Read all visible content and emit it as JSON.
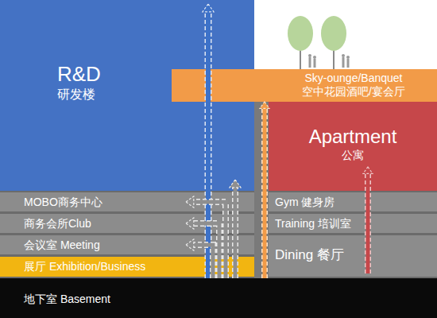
{
  "diagram": {
    "nodes": [
      {
        "text": [
          "R&D",
          "研发楼"
        ]
      },
      {
        "text": [
          "Sky-ounge/Banquet",
          "空中花园酒吧/宴会厅"
        ]
      },
      {
        "text": [
          "Apartment",
          "公寓"
        ]
      },
      {
        "text": [
          "MOBO商务中心"
        ]
      },
      {
        "text": [
          "商务会所Club"
        ]
      },
      {
        "text": [
          "会议室 Meeting"
        ]
      },
      {
        "text": [
          "展厅 Exhibition/Business"
        ]
      },
      {
        "text": [
          "Gym 健身房"
        ]
      },
      {
        "text": [
          "Training 培训室"
        ]
      },
      {
        "text": [
          "Dining 餐厅"
        ]
      },
      {
        "text": [
          "地下室 Basement"
        ]
      }
    ],
    "edges": [
      {
        "from": 10,
        "to": 0,
        "arrow": "to"
      },
      {
        "from": 10,
        "to": 0,
        "arrow": "to"
      },
      {
        "from": 10,
        "to": 3,
        "arrow": "to"
      },
      {
        "from": 10,
        "to": 4,
        "arrow": "to"
      },
      {
        "from": 10,
        "to": 5,
        "arrow": "to"
      },
      {
        "from": 10,
        "to": 1,
        "arrow": "to"
      },
      {
        "from": 9,
        "to": 2,
        "arrow": "to"
      }
    ]
  }
}
